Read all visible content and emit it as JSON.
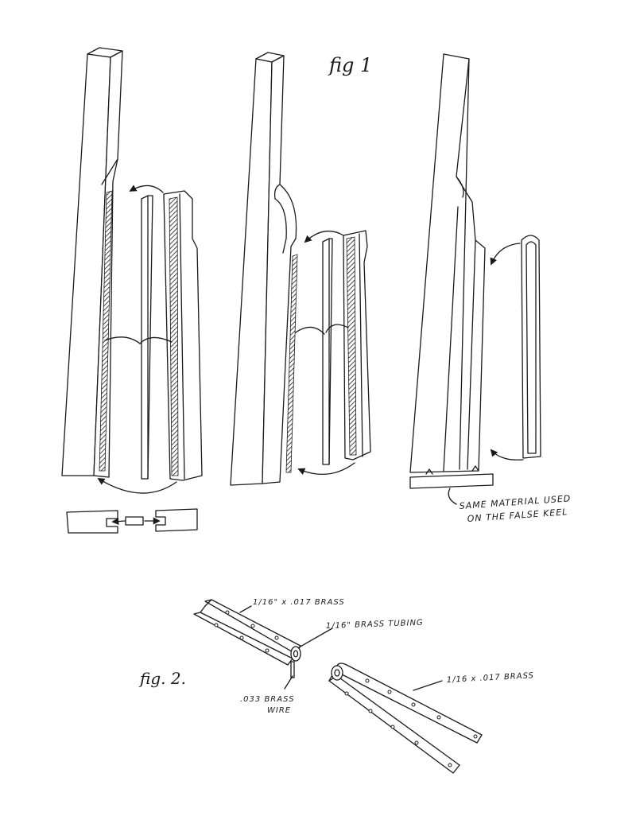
{
  "figure1": {
    "caption": "fig 1",
    "note_line1": "SAME MATERIAL USED",
    "note_line2": "ON THE FALSE KEEL"
  },
  "figure2": {
    "caption": "fig. 2.",
    "label_strip_top": "1/16\" x .017 BRASS",
    "label_tubing": "1/16\" BRASS TUBING",
    "label_wire_line1": ".033 BRASS",
    "label_wire_line2": "WIRE",
    "label_strip_right": "1/16 x .017 BRASS"
  }
}
